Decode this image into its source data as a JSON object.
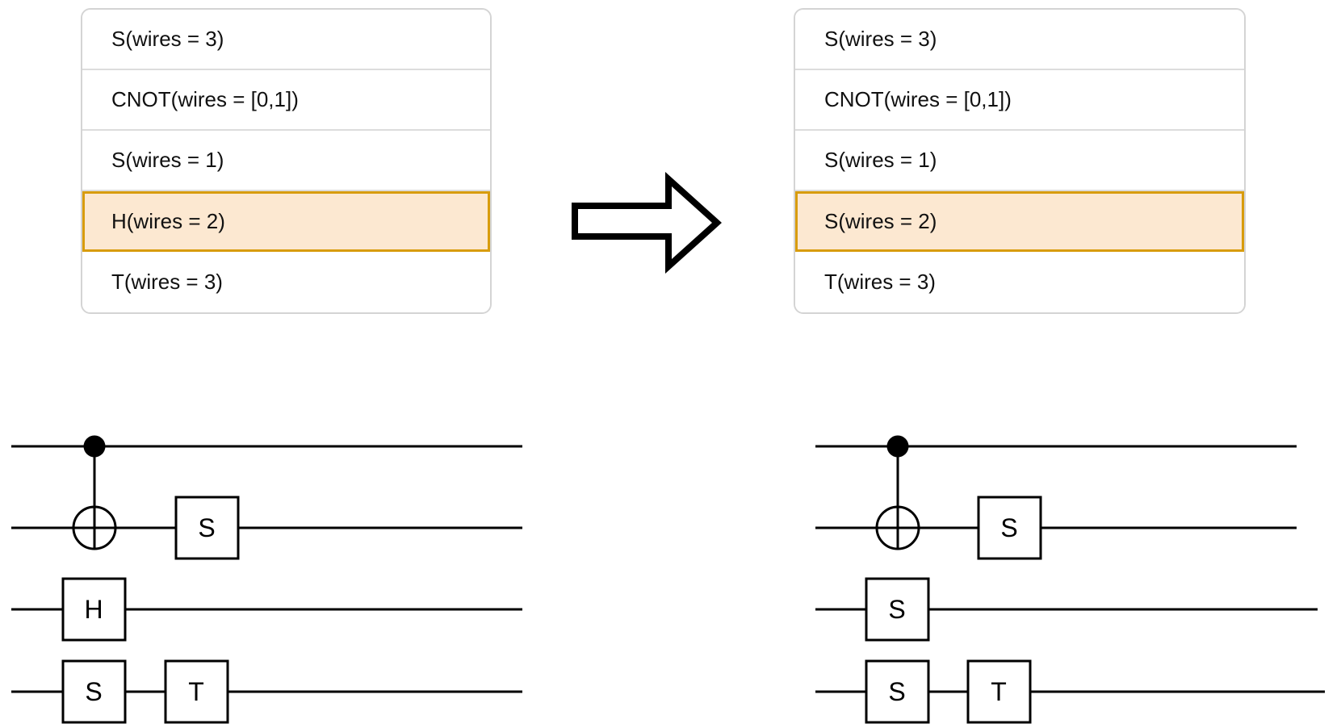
{
  "left_list": {
    "items": [
      {
        "label": "S(wires = 3)",
        "highlighted": false
      },
      {
        "label": "CNOT(wires = [0,1])",
        "highlighted": false
      },
      {
        "label": "S(wires = 1)",
        "highlighted": false
      },
      {
        "label": "H(wires = 2)",
        "highlighted": true
      },
      {
        "label": "T(wires = 3)",
        "highlighted": false
      }
    ]
  },
  "right_list": {
    "items": [
      {
        "label": "S(wires = 3)",
        "highlighted": false
      },
      {
        "label": "CNOT(wires = [0,1])",
        "highlighted": false
      },
      {
        "label": "S(wires = 1)",
        "highlighted": false
      },
      {
        "label": "S(wires = 2)",
        "highlighted": true
      },
      {
        "label": "T(wires = 3)",
        "highlighted": false
      }
    ]
  },
  "arrow": {
    "direction": "right",
    "meaning": "transform replaces highlighted gate"
  },
  "left_circuit": {
    "wire_count": 4,
    "gates": [
      {
        "name": "CNOT",
        "control_wire": 0,
        "target_wire": 1
      },
      {
        "name": "S",
        "wire": 1
      },
      {
        "name": "H",
        "wire": 2
      },
      {
        "name": "S",
        "wire": 3
      },
      {
        "name": "T",
        "wire": 3
      }
    ]
  },
  "right_circuit": {
    "wire_count": 4,
    "gates": [
      {
        "name": "CNOT",
        "control_wire": 0,
        "target_wire": 1
      },
      {
        "name": "S",
        "wire": 1
      },
      {
        "name": "S",
        "wire": 2
      },
      {
        "name": "S",
        "wire": 3
      },
      {
        "name": "T",
        "wire": 3
      }
    ]
  },
  "colors": {
    "highlight_fill": "#FCE8D1",
    "highlight_border": "#D89C0D",
    "list_border": "#D4D4D4",
    "row_divider": "#DCDCDC",
    "ink": "#000000"
  }
}
